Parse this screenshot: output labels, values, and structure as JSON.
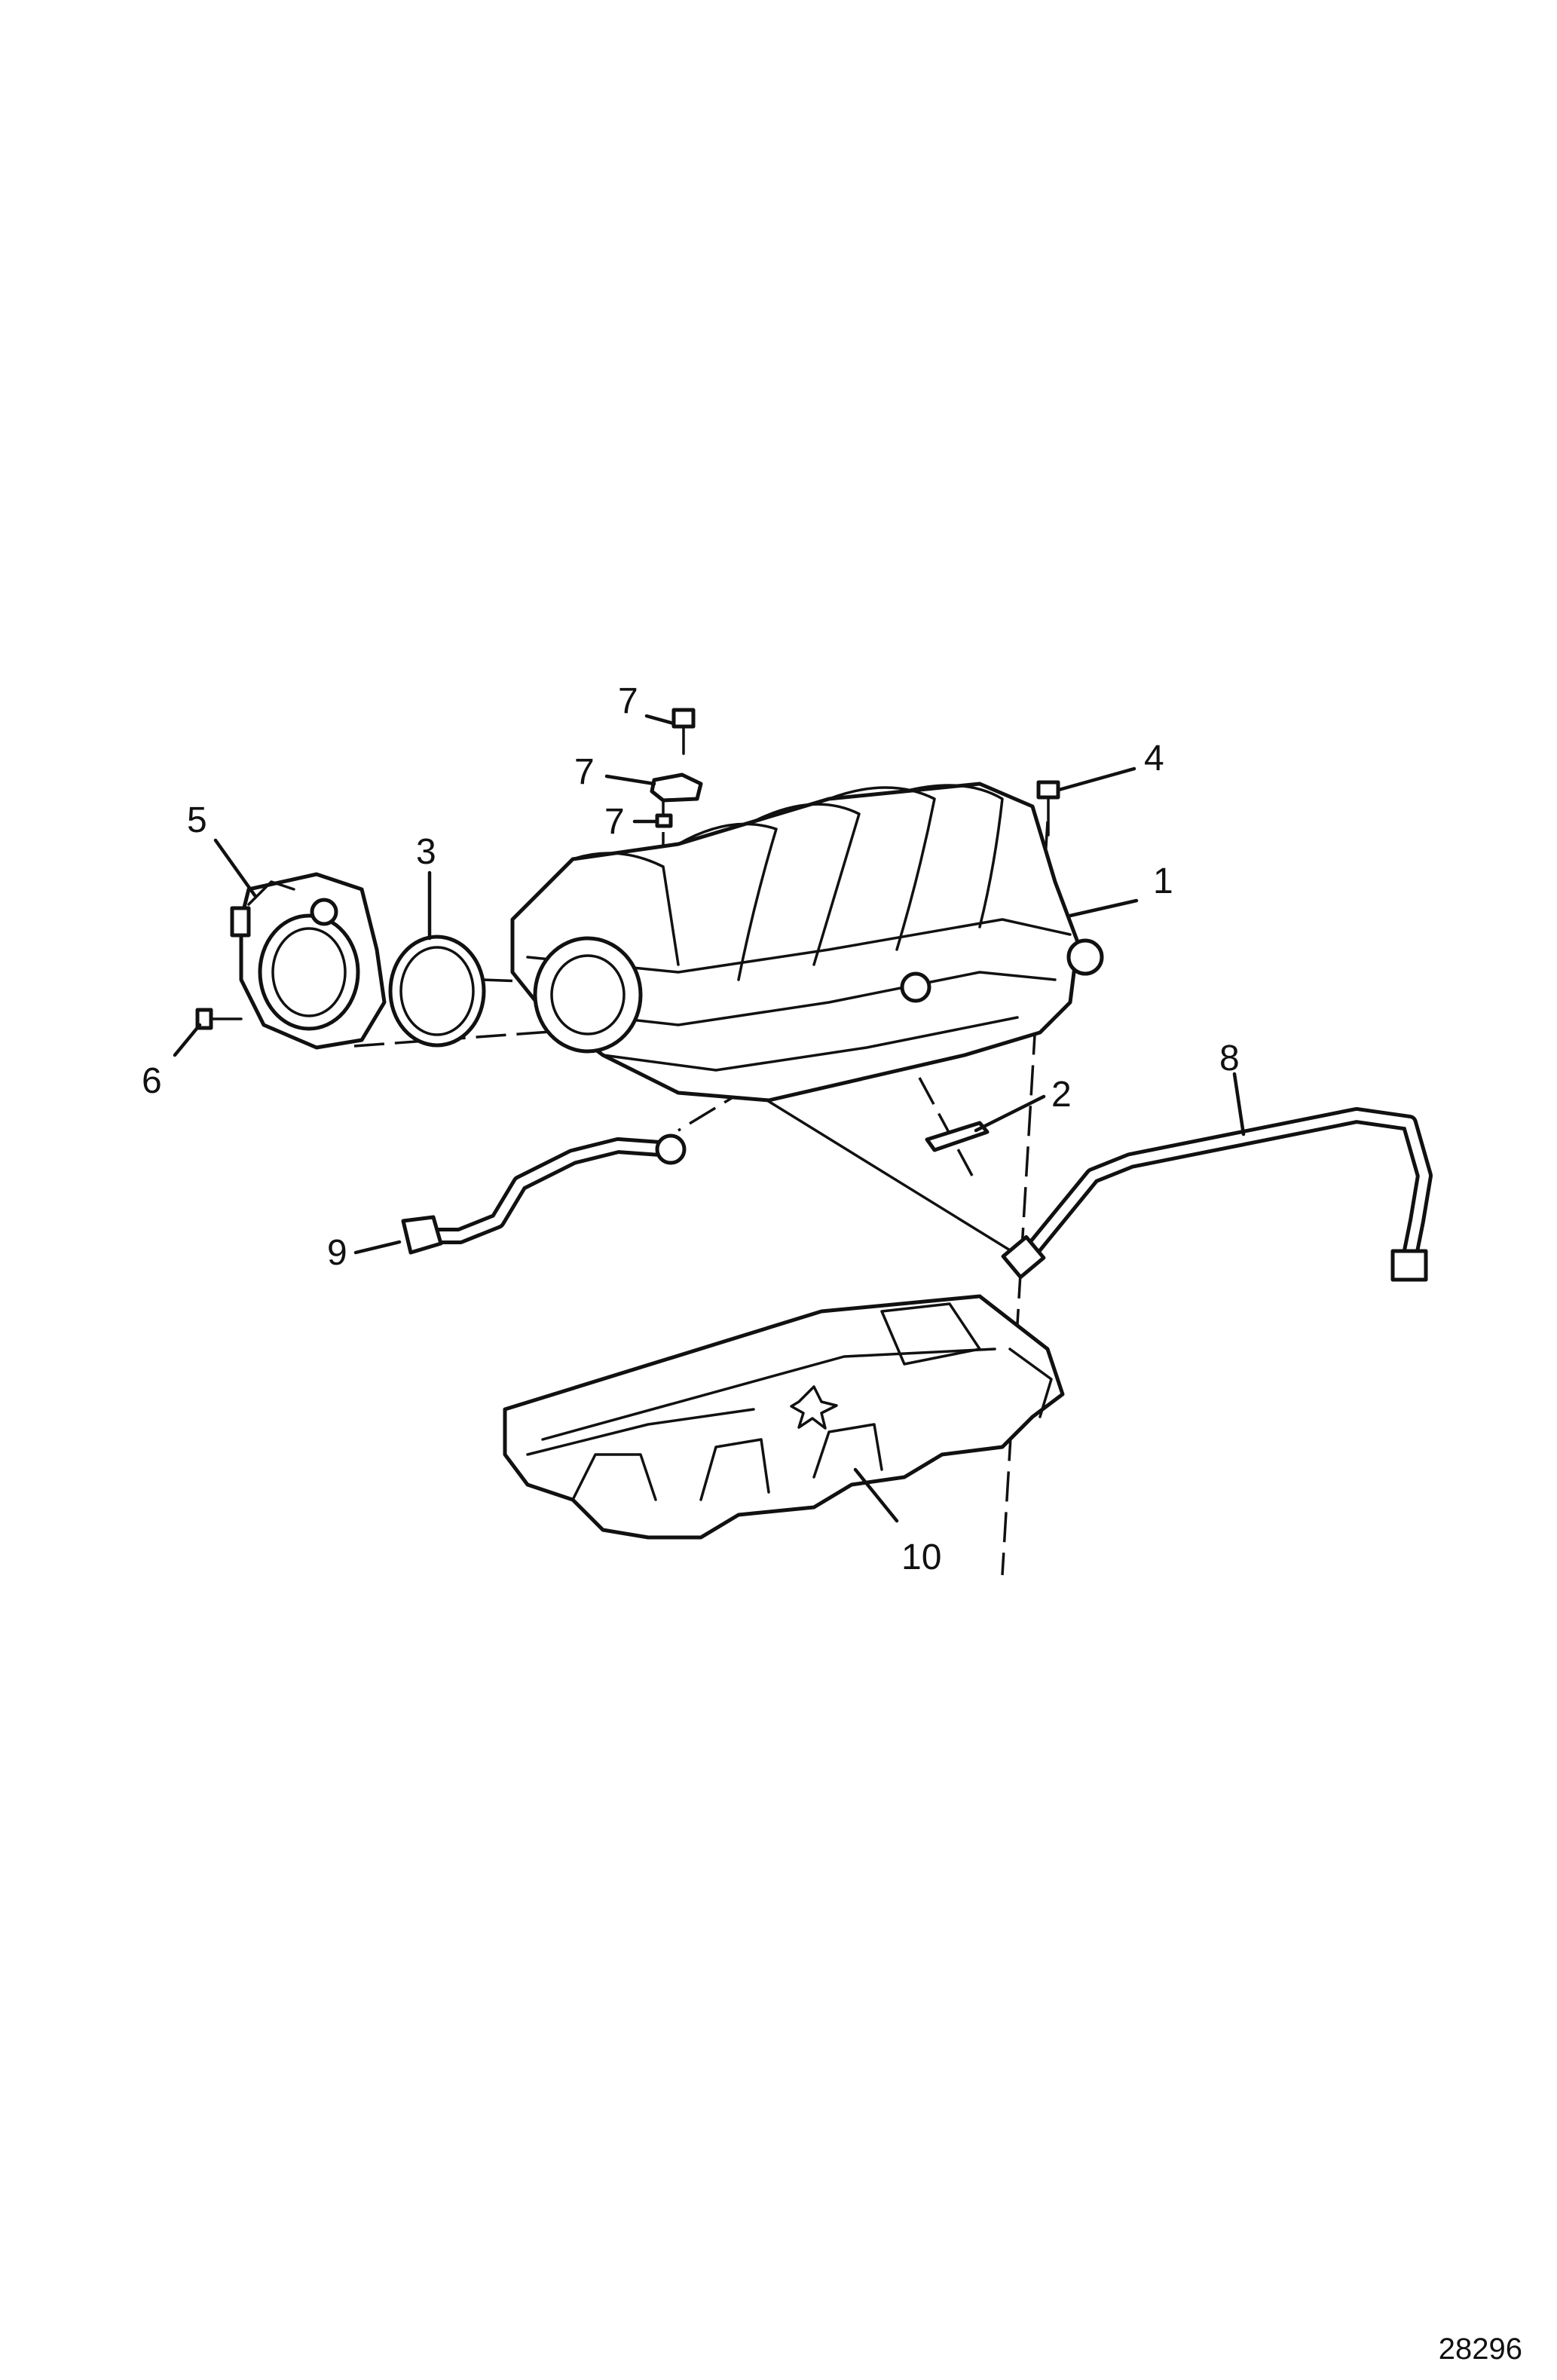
{
  "callouts": {
    "c1": "1",
    "c2": "2",
    "c3": "3",
    "c4": "4",
    "c5": "5",
    "c6": "6",
    "c7a": "7",
    "c7b": "7",
    "c7c": "7",
    "c8": "8",
    "c9": "9",
    "c10": "10"
  },
  "figure_number": "28296",
  "colors": {
    "ink": "#111111",
    "paper": "#ffffff"
  }
}
